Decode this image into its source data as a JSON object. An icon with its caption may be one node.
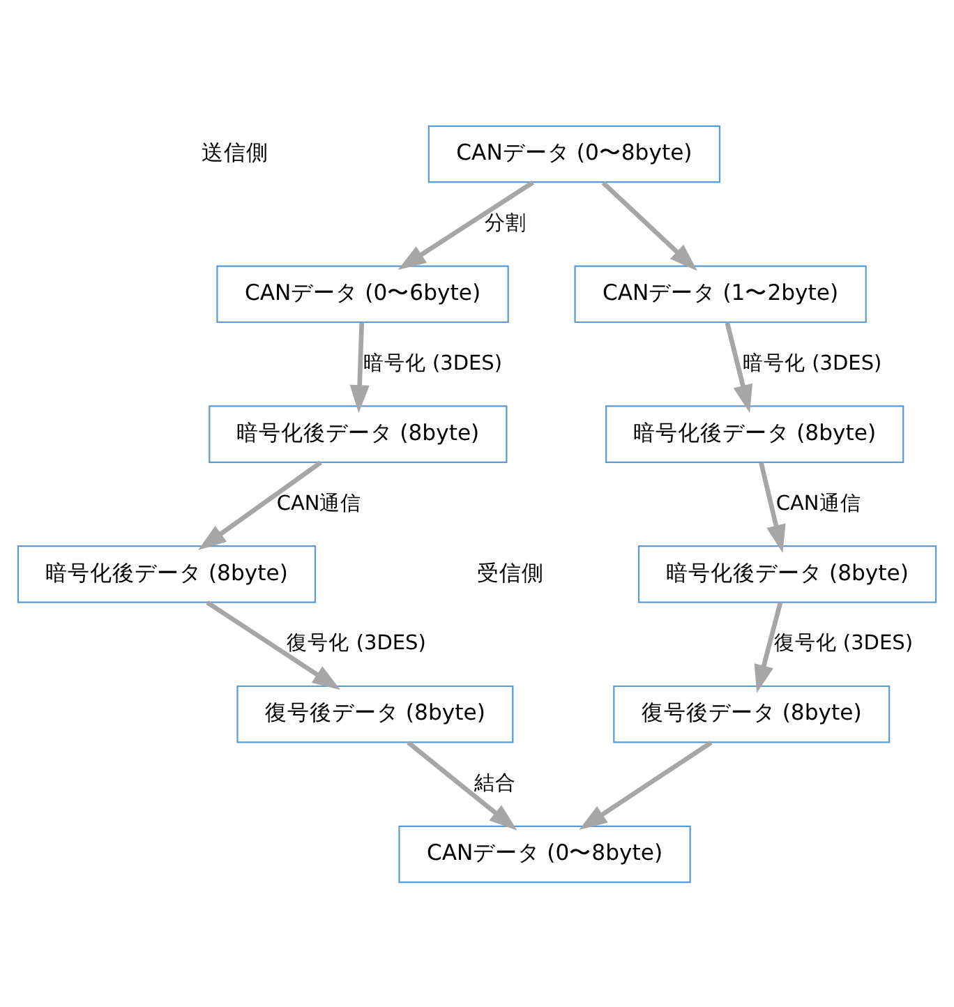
{
  "diagram": {
    "nodes": [
      {
        "text": [
          "CANデータ (0〜8byte)"
        ]
      },
      {
        "text": [
          "CANデータ (0〜6byte)"
        ]
      },
      {
        "text": [
          "CANデータ (1〜2byte)"
        ]
      },
      {
        "text": [
          "暗号化後データ (8byte)"
        ]
      },
      {
        "text": [
          "暗号化後データ (8byte)"
        ]
      },
      {
        "text": [
          "暗号化後データ (8byte)"
        ]
      },
      {
        "text": [
          "暗号化後データ (8byte)"
        ]
      },
      {
        "text": [
          "復号後データ (8byte)"
        ]
      },
      {
        "text": [
          "復号後データ (8byte)"
        ]
      },
      {
        "text": [
          "CANデータ (0〜8byte)"
        ]
      }
    ],
    "edges": [
      {
        "from": 0,
        "to": 1,
        "arrow": "to",
        "label": "分割"
      },
      {
        "from": 0,
        "to": 2,
        "arrow": "to"
      },
      {
        "from": 1,
        "to": 3,
        "arrow": "to",
        "label": "暗号化 (3DES)"
      },
      {
        "from": 2,
        "to": 4,
        "arrow": "to",
        "label": "暗号化 (3DES)"
      },
      {
        "from": 3,
        "to": 5,
        "arrow": "to",
        "label": "CAN通信"
      },
      {
        "from": 4,
        "to": 6,
        "arrow": "to",
        "label": "CAN通信"
      },
      {
        "from": 5,
        "to": 7,
        "arrow": "to",
        "label": "復号化 (3DES)"
      },
      {
        "from": 6,
        "to": 8,
        "arrow": "to",
        "label": "復号化 (3DES)"
      },
      {
        "from": 7,
        "to": 9,
        "arrow": "to",
        "label": "結合"
      },
      {
        "from": 8,
        "to": 9,
        "arrow": "to"
      }
    ],
    "labels": [
      "送信側",
      "受信側"
    ]
  }
}
